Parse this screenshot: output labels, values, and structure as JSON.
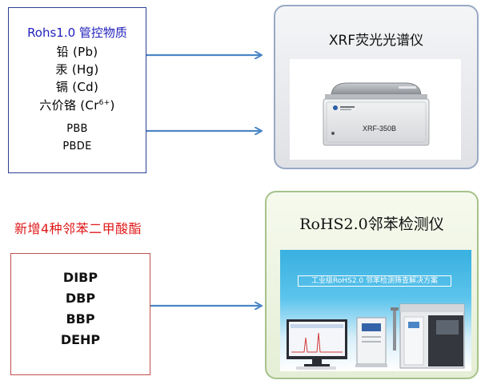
{
  "left_top": {
    "title": "Rohs1.0 管控物质",
    "items": [
      "铅 (Pb)",
      "汞 (Hg)",
      "镉 (Cd)",
      "六价铬 (Cr"
    ],
    "cr_superscript": "6+",
    "cr_close": ")",
    "extra_items": [
      "PBB",
      "PBDE"
    ]
  },
  "left_bottom": {
    "red_title": "新增4种邻苯二甲酸酯",
    "items": [
      "DIBP",
      "DBP",
      "BBP",
      "DEHP"
    ]
  },
  "right_top": {
    "title": "XRF荧光光谱仪",
    "model_label": "XRF-350B"
  },
  "right_bottom": {
    "title": "RoHS2.0邻苯检测仪",
    "banner_text": "工业级RoHS2.0 邻苯检测筛查解决方案"
  },
  "colors": {
    "arrow": "#4a86c5",
    "box1_border": "#2f3f95",
    "box2_border": "#c0504d",
    "title_blue": "#2222bb",
    "title_red": "#e01818"
  },
  "icons": [
    "xrf-spectrometer-illustration",
    "rohs2-analyzer-illustration"
  ]
}
